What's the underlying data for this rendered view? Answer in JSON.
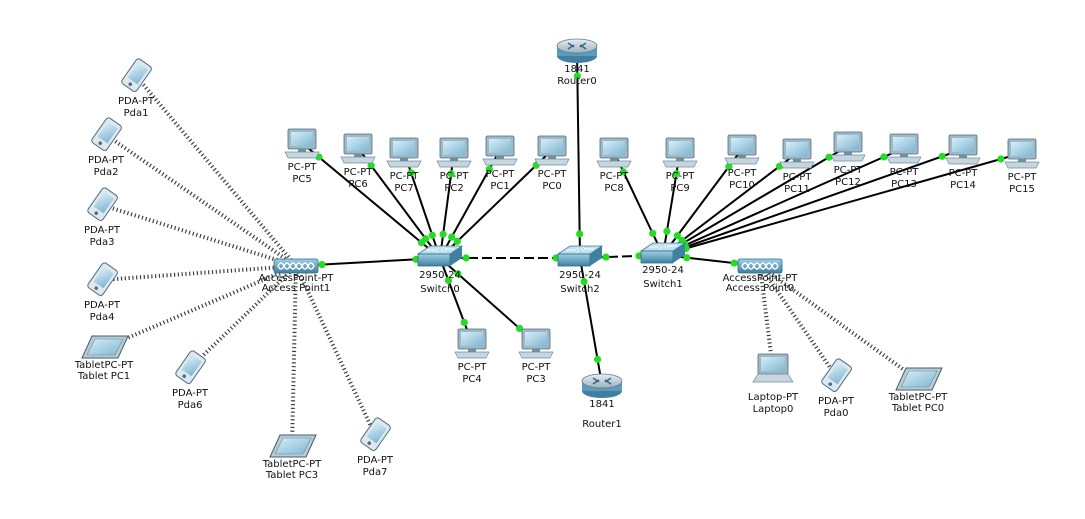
{
  "colors": {
    "background": "#ffffff",
    "wired_link": "#000000",
    "wireless_link": "#000000",
    "link_up_dot": "#22dd22",
    "device_body": "#4a8fb0",
    "device_dark": "#2f6b87",
    "label_text": "#111111"
  },
  "devices": [
    {
      "id": "router0",
      "kind": "router",
      "type_label": "1841",
      "name": "Router0"
    },
    {
      "id": "router1",
      "kind": "router",
      "type_label": "1841",
      "name": "Router1"
    },
    {
      "id": "switch0",
      "kind": "switch",
      "type_label": "2950-24",
      "name": "Switch0"
    },
    {
      "id": "switch1",
      "kind": "switch",
      "type_label": "2950-24",
      "name": "Switch1"
    },
    {
      "id": "switch2",
      "kind": "switch",
      "type_label": "2950-24",
      "name": "Switch2"
    },
    {
      "id": "ap1",
      "kind": "access-point",
      "type_label": "AccessPoint-PT",
      "name": "Access Point1"
    },
    {
      "id": "ap0",
      "kind": "access-point",
      "type_label": "AccessPoint-PT",
      "name": "Access Point0"
    },
    {
      "id": "pc5",
      "kind": "pc",
      "type_label": "PC-PT",
      "name": "PC5"
    },
    {
      "id": "pc6",
      "kind": "pc",
      "type_label": "PC-PT",
      "name": "PC6"
    },
    {
      "id": "pc7",
      "kind": "pc",
      "type_label": "PC-PT",
      "name": "PC7"
    },
    {
      "id": "pc2",
      "kind": "pc",
      "type_label": "PC-PT",
      "name": "PC2"
    },
    {
      "id": "pc1",
      "kind": "pc",
      "type_label": "PC-PT",
      "name": "PC1"
    },
    {
      "id": "pc0",
      "kind": "pc",
      "type_label": "PC-PT",
      "name": "PC0"
    },
    {
      "id": "pc8",
      "kind": "pc",
      "type_label": "PC-PT",
      "name": "PC8"
    },
    {
      "id": "pc9",
      "kind": "pc",
      "type_label": "PC-PT",
      "name": "PC9"
    },
    {
      "id": "pc10",
      "kind": "pc",
      "type_label": "PC-PT",
      "name": "PC10"
    },
    {
      "id": "pc11",
      "kind": "pc",
      "type_label": "PC-PT",
      "name": "PC11"
    },
    {
      "id": "pc12",
      "kind": "pc",
      "type_label": "PC-PT",
      "name": "PC12"
    },
    {
      "id": "pc13",
      "kind": "pc",
      "type_label": "PC-PT",
      "name": "PC13"
    },
    {
      "id": "pc14",
      "kind": "pc",
      "type_label": "PC-PT",
      "name": "PC14"
    },
    {
      "id": "pc15",
      "kind": "pc",
      "type_label": "PC-PT",
      "name": "PC15"
    },
    {
      "id": "pc4",
      "kind": "pc",
      "type_label": "PC-PT",
      "name": "PC4"
    },
    {
      "id": "pc3",
      "kind": "pc",
      "type_label": "PC-PT",
      "name": "PC3"
    },
    {
      "id": "pda1",
      "kind": "pda",
      "type_label": "PDA-PT",
      "name": "Pda1"
    },
    {
      "id": "pda2",
      "kind": "pda",
      "type_label": "PDA-PT",
      "name": "Pda2"
    },
    {
      "id": "pda3",
      "kind": "pda",
      "type_label": "PDA-PT",
      "name": "Pda3"
    },
    {
      "id": "pda4",
      "kind": "pda",
      "type_label": "PDA-PT",
      "name": "Pda4"
    },
    {
      "id": "pda6",
      "kind": "pda",
      "type_label": "PDA-PT",
      "name": "Pda6"
    },
    {
      "id": "pda7",
      "kind": "pda",
      "type_label": "PDA-PT",
      "name": "Pda7"
    },
    {
      "id": "pda0",
      "kind": "pda",
      "type_label": "PDA-PT",
      "name": "Pda0"
    },
    {
      "id": "tpc1",
      "kind": "tablet",
      "type_label": "TabletPC-PT",
      "name": "Tablet PC1"
    },
    {
      "id": "tpc3",
      "kind": "tablet",
      "type_label": "TabletPC-PT",
      "name": "Tablet PC3"
    },
    {
      "id": "tpc0",
      "kind": "tablet",
      "type_label": "TabletPC-PT",
      "name": "Tablet PC0"
    },
    {
      "id": "laptop0",
      "kind": "laptop",
      "type_label": "Laptop-PT",
      "name": "Laptop0"
    }
  ],
  "links": [
    {
      "from": "router0",
      "to": "switch2",
      "style": "wired"
    },
    {
      "from": "router1",
      "to": "switch2",
      "style": "wired"
    },
    {
      "from": "switch0",
      "to": "switch2",
      "style": "crossover"
    },
    {
      "from": "switch2",
      "to": "switch1",
      "style": "crossover"
    },
    {
      "from": "ap1",
      "to": "switch0",
      "style": "wired"
    },
    {
      "from": "ap0",
      "to": "switch1",
      "style": "wired"
    },
    {
      "from": "pc5",
      "to": "switch0",
      "style": "wired"
    },
    {
      "from": "pc6",
      "to": "switch0",
      "style": "wired"
    },
    {
      "from": "pc7",
      "to": "switch0",
      "style": "wired"
    },
    {
      "from": "pc2",
      "to": "switch0",
      "style": "wired"
    },
    {
      "from": "pc1",
      "to": "switch0",
      "style": "wired"
    },
    {
      "from": "pc0",
      "to": "switch0",
      "style": "wired"
    },
    {
      "from": "pc4",
      "to": "switch0",
      "style": "wired"
    },
    {
      "from": "pc3",
      "to": "switch0",
      "style": "wired"
    },
    {
      "from": "pc8",
      "to": "switch1",
      "style": "wired"
    },
    {
      "from": "pc9",
      "to": "switch1",
      "style": "wired"
    },
    {
      "from": "pc10",
      "to": "switch1",
      "style": "wired"
    },
    {
      "from": "pc11",
      "to": "switch1",
      "style": "wired"
    },
    {
      "from": "pc12",
      "to": "switch1",
      "style": "wired"
    },
    {
      "from": "pc13",
      "to": "switch1",
      "style": "wired"
    },
    {
      "from": "pc14",
      "to": "switch1",
      "style": "wired"
    },
    {
      "from": "pc15",
      "to": "switch1",
      "style": "wired"
    },
    {
      "from": "pda1",
      "to": "ap1",
      "style": "wireless"
    },
    {
      "from": "pda2",
      "to": "ap1",
      "style": "wireless"
    },
    {
      "from": "pda3",
      "to": "ap1",
      "style": "wireless"
    },
    {
      "from": "pda4",
      "to": "ap1",
      "style": "wireless"
    },
    {
      "from": "tpc1",
      "to": "ap1",
      "style": "wireless"
    },
    {
      "from": "pda6",
      "to": "ap1",
      "style": "wireless"
    },
    {
      "from": "tpc3",
      "to": "ap1",
      "style": "wireless"
    },
    {
      "from": "pda7",
      "to": "ap1",
      "style": "wireless"
    },
    {
      "from": "laptop0",
      "to": "ap0",
      "style": "wireless"
    },
    {
      "from": "pda0",
      "to": "ap0",
      "style": "wireless"
    },
    {
      "from": "tpc0",
      "to": "ap0",
      "style": "wireless"
    }
  ]
}
